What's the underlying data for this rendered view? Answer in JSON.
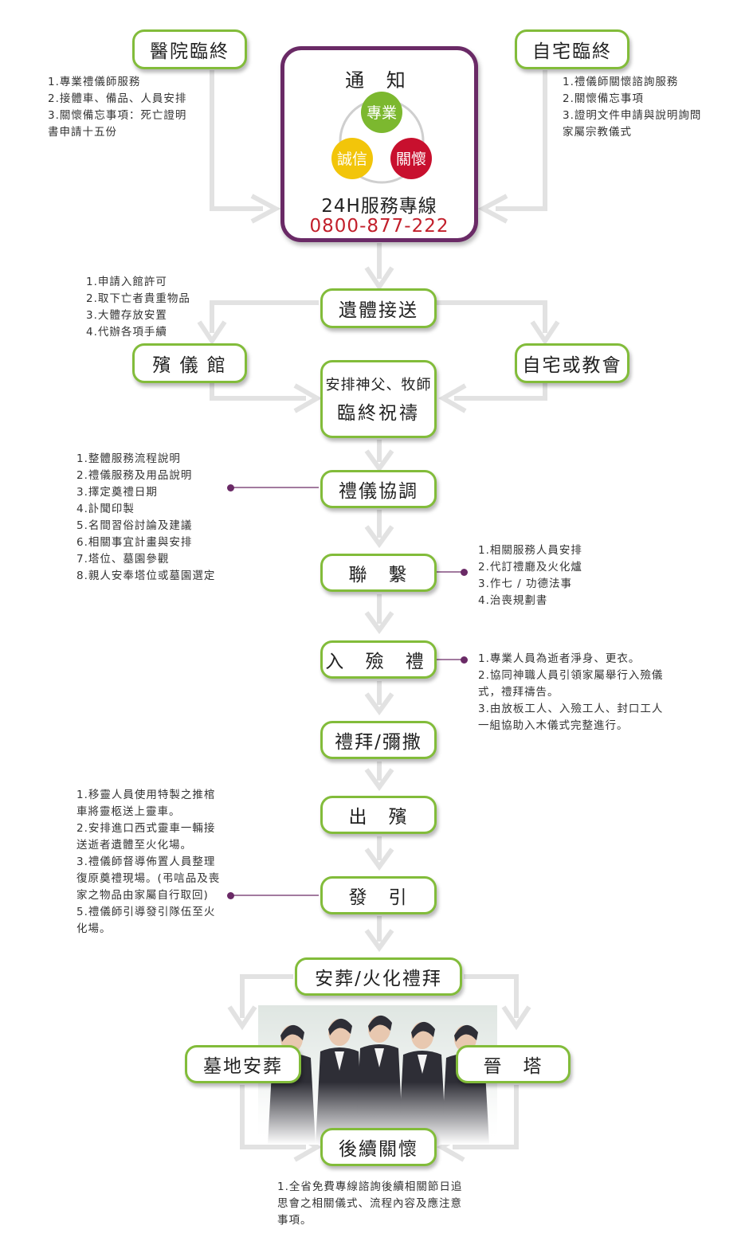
{
  "colors": {
    "node_border": "#82bc3a",
    "notify_border": "#6a2a66",
    "arrow": "#e2e2e2",
    "connector": "#6a2a66",
    "hotline": "#c21f2b",
    "venn_green": "#7cb82f",
    "venn_yellow": "#f2c50a",
    "venn_red": "#c8102e"
  },
  "notify": {
    "title": "通 知",
    "venn": {
      "top": "專業",
      "left": "誠信",
      "right": "關懷"
    },
    "hotline_label": "24H服務專線",
    "hotline_number": "0800-877-222"
  },
  "nodes": {
    "hospital": "醫院臨終",
    "home": "自宅臨終",
    "transfer": "遺體接送",
    "funeral_home": "殯 儀 館",
    "home_church": "自宅或教會",
    "prayer_line1": "安排神父、牧師",
    "prayer_line2": "臨終祝禱",
    "coordination": "禮儀協調",
    "contact": "聯　繫",
    "encoffin": "入 殮 禮",
    "worship": "禮拜/彌撒",
    "departure": "出　殯",
    "procession": "發　引",
    "burial_cremation": "安葬/火化禮拜",
    "grave": "墓地安葬",
    "tower": "晉　塔",
    "followup": "後續關懷"
  },
  "notes": {
    "hospital": [
      "1.專業禮儀師服務",
      "2.接體車、備品、人員安排",
      "3.關懷備忘事項：死亡證明",
      "書申請十五份"
    ],
    "home": [
      "1.禮儀師關懷諮詢服務",
      "2.關懷備忘事項",
      "3.證明文件申請與說明詢問",
      "家屬宗教儀式"
    ],
    "transfer": [
      "1.申請入館許可",
      "2.取下亡者貴重物品",
      "3.大體存放安置",
      "4.代辦各項手續"
    ],
    "coordination": [
      "1.整體服務流程說明",
      "2.禮儀服務及用品說明",
      "3.擇定奠禮日期",
      "4.訃聞印製",
      "5.名間習俗討論及建議",
      "6.相關事宜計畫與安排",
      "7.塔位、墓園參觀",
      "8.親人安奉塔位或墓園選定"
    ],
    "contact": [
      "1.相關服務人員安排",
      "2.代訂禮廳及火化爐",
      "3.作七 / 功德法事",
      "4.治喪規劃書"
    ],
    "encoffin": [
      "1.專業人員為逝者淨身、更衣。",
      "2.協同神職人員引領家屬舉行入殮儀",
      "式，禮拜禱告。",
      "3.由放板工人、入殮工人、封口工人",
      "一組協助入木儀式完整進行。"
    ],
    "procession": [
      "1.移靈人員使用特製之推棺",
      "車將靈柩送上靈車。",
      "2.安排進口西式靈車一輛接",
      "送逝者遺體至火化場。",
      "3.禮儀師督導佈置人員整理",
      "復原奠禮現場。(弔唁品及喪",
      "家之物品由家屬自行取回)",
      "5.禮儀師引導發引隊伍至火",
      "化場。"
    ],
    "followup": [
      "1.全省免費專線諮詢後續相關節日追",
      "思會之相關儀式、流程內容及應注意",
      "事項。"
    ]
  }
}
